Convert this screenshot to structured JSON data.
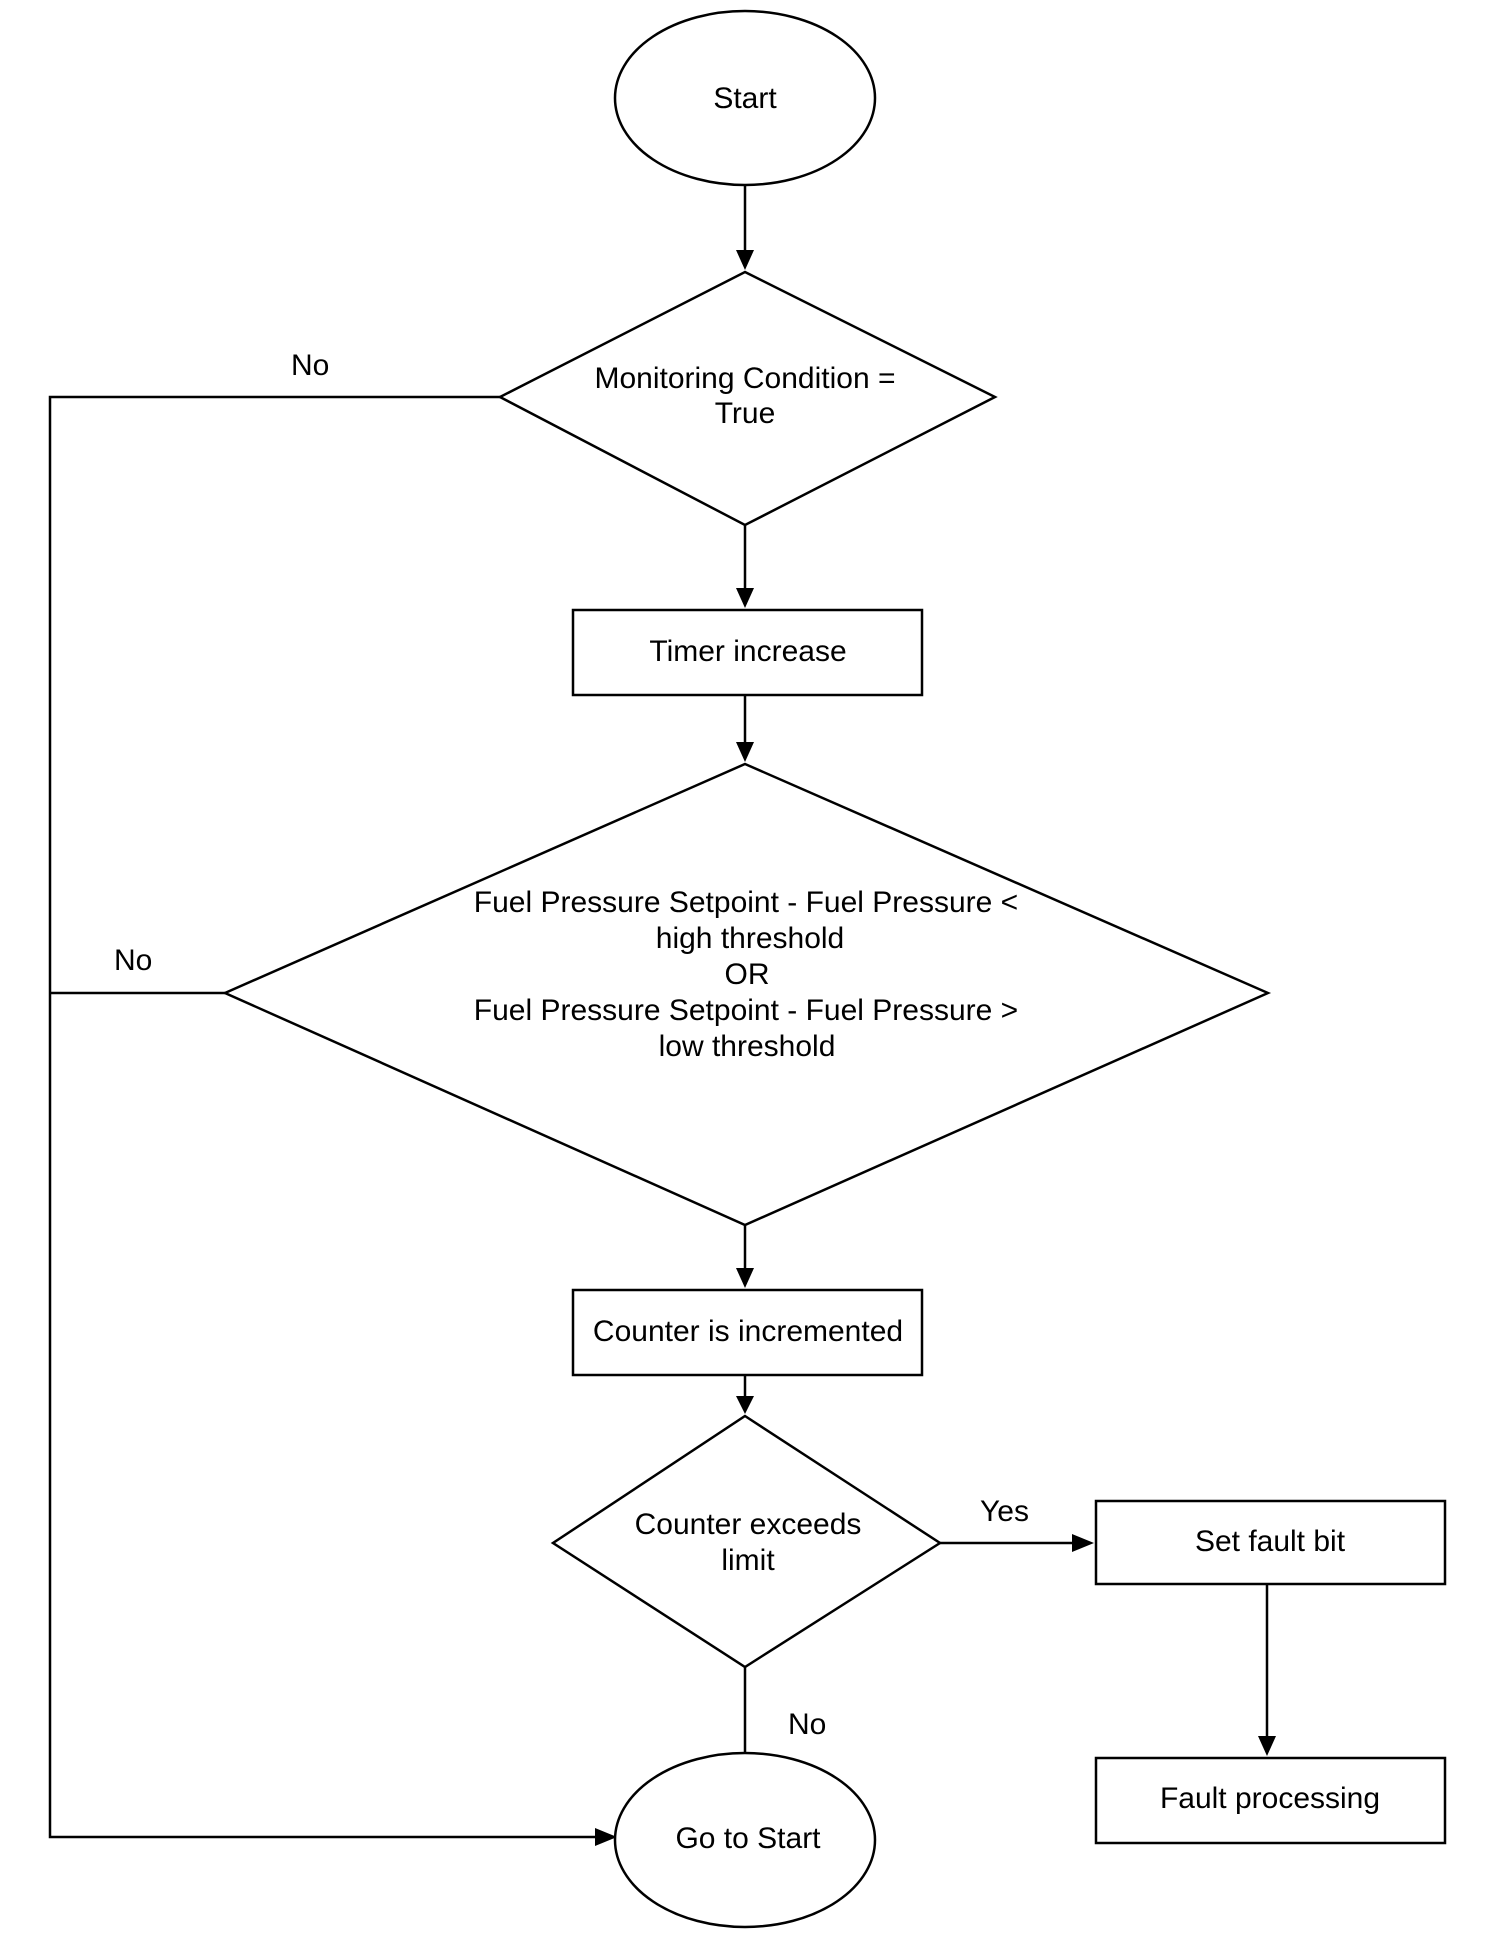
{
  "nodes": {
    "start": {
      "label": "Start"
    },
    "monitoring_condition": {
      "lines": [
        "Monitoring Condition =",
        "True"
      ]
    },
    "timer_increase": {
      "label": "Timer increase"
    },
    "pressure_check": {
      "lines": [
        "Fuel Pressure Setpoint  - Fuel Pressure <",
        "high threshold",
        "OR",
        "Fuel Pressure Setpoint  - Fuel Pressure >",
        "low threshold"
      ]
    },
    "counter_incremented": {
      "label": "Counter is incremented"
    },
    "counter_exceeds": {
      "lines": [
        "Counter exceeds",
        "limit"
      ]
    },
    "set_fault_bit": {
      "label": "Set fault bit"
    },
    "fault_processing": {
      "label": "Fault processing"
    },
    "go_to_start": {
      "label": "Go to Start"
    }
  },
  "edges": {
    "monitoring_no": "No",
    "pressure_no": "No",
    "counter_yes": "Yes",
    "counter_no": "No"
  },
  "colors": {
    "stroke": "#000000",
    "fill": "#ffffff",
    "text": "#000000"
  }
}
